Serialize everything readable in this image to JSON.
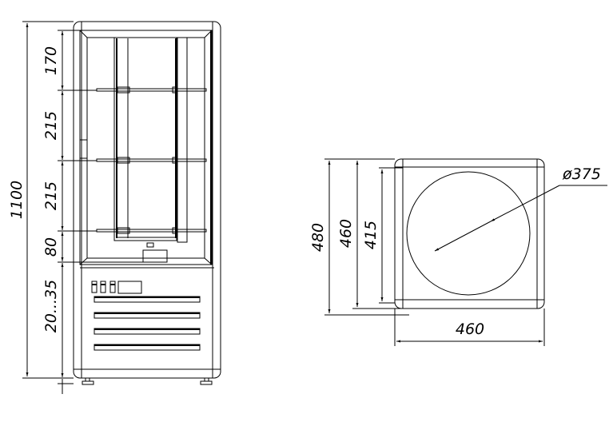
{
  "front_view": {
    "dimensions": {
      "overall_height": "1100",
      "top_gap": "170",
      "shelf_gap_1": "215",
      "shelf_gap_2": "215",
      "bottom_gap": "80",
      "foot_adjust": "20...35"
    },
    "shelves": 3,
    "vents": 4,
    "switches": 3
  },
  "top_view": {
    "dimensions": {
      "depth_overall": "480",
      "depth_body": "460",
      "depth_inner": "415",
      "width": "460",
      "shelf_diameter": "ø375"
    }
  },
  "line_color": "#000000",
  "background_color": "#ffffff"
}
